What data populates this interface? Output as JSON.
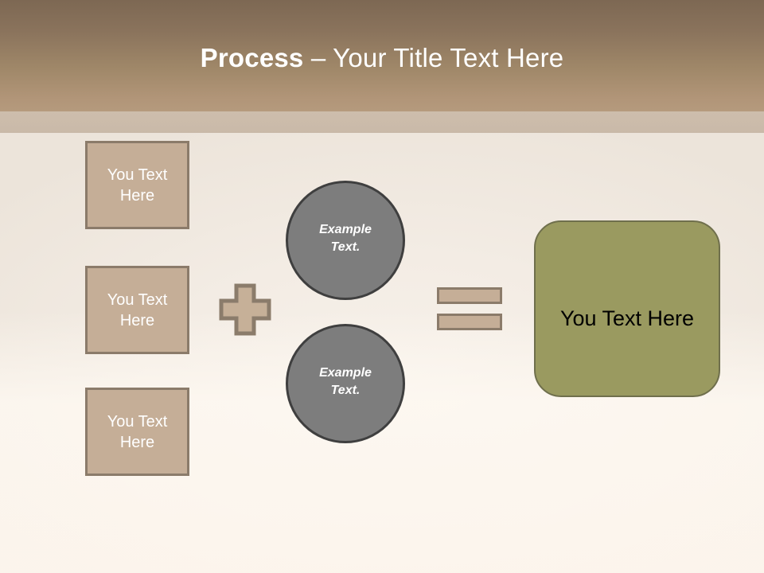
{
  "slide": {
    "header": {
      "title_bold": "Process",
      "title_rest": " – Your Title Text Here",
      "gradient_top": "#7d6853",
      "gradient_bottom": "#b59a7d",
      "strip_color": "#cbbbaa"
    },
    "background": {
      "color": "#f3ece4",
      "accent_cream": "#f7f1ea"
    },
    "inputs": {
      "boxes": [
        {
          "label": "You Text Here"
        },
        {
          "label": "You Text Here"
        },
        {
          "label": "You Text Here"
        }
      ],
      "fill": "#c5ae97",
      "border": "#8b7b6a",
      "text_color": "#ffffff"
    },
    "operators": {
      "plus": {
        "name": "plus-sign",
        "glyph": "+",
        "fill": "#c5ae97",
        "border": "#8b7b6a"
      },
      "equals": {
        "name": "equals-sign",
        "glyph": "=",
        "fill": "#c5ae97",
        "border": "#8b7b6a"
      }
    },
    "circles": [
      {
        "line1": "Example",
        "line2": "Text."
      },
      {
        "line1": "Example",
        "line2": "Text."
      }
    ],
    "circle_style": {
      "fill": "#7d7d7d",
      "border": "#3f3f3f",
      "text_color": "#ffffff"
    },
    "result": {
      "label": "You Text Here",
      "fill": "#9a9a60",
      "border": "#6f6f4c",
      "text_color": "#000000"
    }
  }
}
